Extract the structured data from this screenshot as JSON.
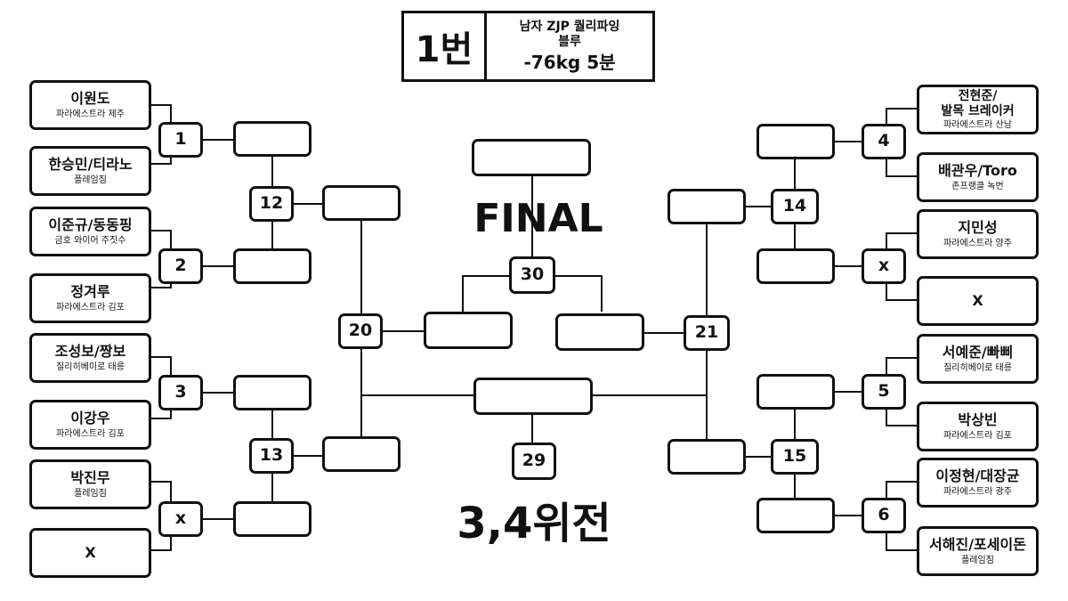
{
  "header": {
    "bout_number": "1번",
    "line1": "남자 ZJP 퀄리파잉",
    "line2": "블루",
    "line3": "-76kg 5분"
  },
  "labels": {
    "final": "FINAL",
    "third_place": "3,4위전"
  },
  "competitors": [
    {
      "name": "이원도",
      "team": "파라에스트라 제주"
    },
    {
      "name": "한승민/티라노",
      "team": "플레임짐"
    },
    {
      "name": "이준규/동동핑",
      "team": "금호 와이어 주짓수"
    },
    {
      "name": "정겨루",
      "team": "파라에스트라 김포"
    },
    {
      "name": "조성보/짱보",
      "team": "질리히베이로 태릉"
    },
    {
      "name": "이강우",
      "team": "파라에스트라 김포"
    },
    {
      "name": "박진무",
      "team": "플레임짐"
    },
    {
      "name": "X",
      "team": ""
    },
    {
      "name": "전현준/\n발목 브레이커",
      "team": "파라에스트라 산남"
    },
    {
      "name": "배관우/Toro",
      "team": "존프랭클 녹번"
    },
    {
      "name": "지민성",
      "team": "파라에스트라 양주"
    },
    {
      "name": "X",
      "team": ""
    },
    {
      "name": "서예준/빠삐",
      "team": "질리히베이로 태릉"
    },
    {
      "name": "박상빈",
      "team": "파라에스트라 김포"
    },
    {
      "name": "이정현/대장균",
      "team": "파라에스트라 광주"
    },
    {
      "name": "서해진/포세이돈",
      "team": "플레임짐"
    }
  ],
  "matches": {
    "m1": "1",
    "m2": "2",
    "m3": "3",
    "mx_left": "x",
    "m4": "4",
    "mx_right": "x",
    "m5": "5",
    "m6": "6",
    "m12": "12",
    "m13": "13",
    "m14": "14",
    "m15": "15",
    "m20": "20",
    "m21": "21",
    "m29": "29",
    "m30": "30"
  }
}
